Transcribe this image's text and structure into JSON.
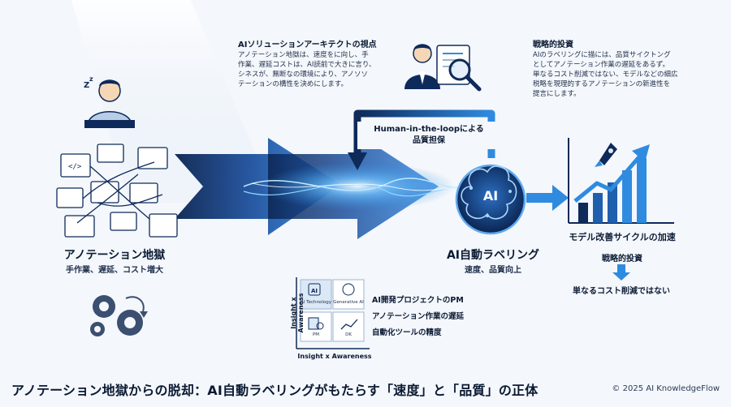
{
  "header": {
    "solution_note_title": "AIソリューションアーキテクトの視点",
    "solution_note_body": "アノテーション地獄は、速度をに向し、手\n作業、遅延コストは、AI読前で大きに言り、\nシネスが、無断なの環境により、アノソソ\nテーションの構性を決めにします。",
    "strategy_note_title": "戦略的投資",
    "strategy_note_body": "AIのラベリングに描には、品質サイクトング\nとしてアノテーション作業の遅延をあるず。\n単なるコスト削減ではない、モデルなどの細広\n税略を現理的するアノテーションの新進性を\n提言にします。"
  },
  "hell": {
    "title": "アノテーション地獄",
    "subtitle": "手作業、遅延、コスト増大"
  },
  "loop": {
    "label_line1": "Human-in-the-loopによる",
    "label_line2": "品質担保"
  },
  "ai": {
    "badge": "AI",
    "title": "AI自動ラベリング",
    "subtitle": "速度、品質向上"
  },
  "growth": {
    "title": "モデル改善サイクルの加速",
    "invest": "戦略的投資",
    "not_cost": "単なるコスト削減ではない"
  },
  "matrix": {
    "y_axis": "Insight x Awareness",
    "x_axis": "Insight x Awareness",
    "cells": [
      "AI Technology",
      "Generative AI",
      "PM",
      "DK"
    ],
    "items": [
      "AI開発プロジェクトのPM",
      "アノテーション作業の遅延",
      "自動化ツールの精度"
    ]
  },
  "footer": {
    "title": "アノテーション地獄からの脱却：AI自動ラベリングがもたらす「速度」と「品質」の正体",
    "copyright": "© 2025 AI KnowledgeFlow"
  },
  "colors": {
    "navy": "#0e2a5a",
    "blue": "#1f5fae",
    "accent": "#2f8be0",
    "light": "#dbe8f6"
  }
}
